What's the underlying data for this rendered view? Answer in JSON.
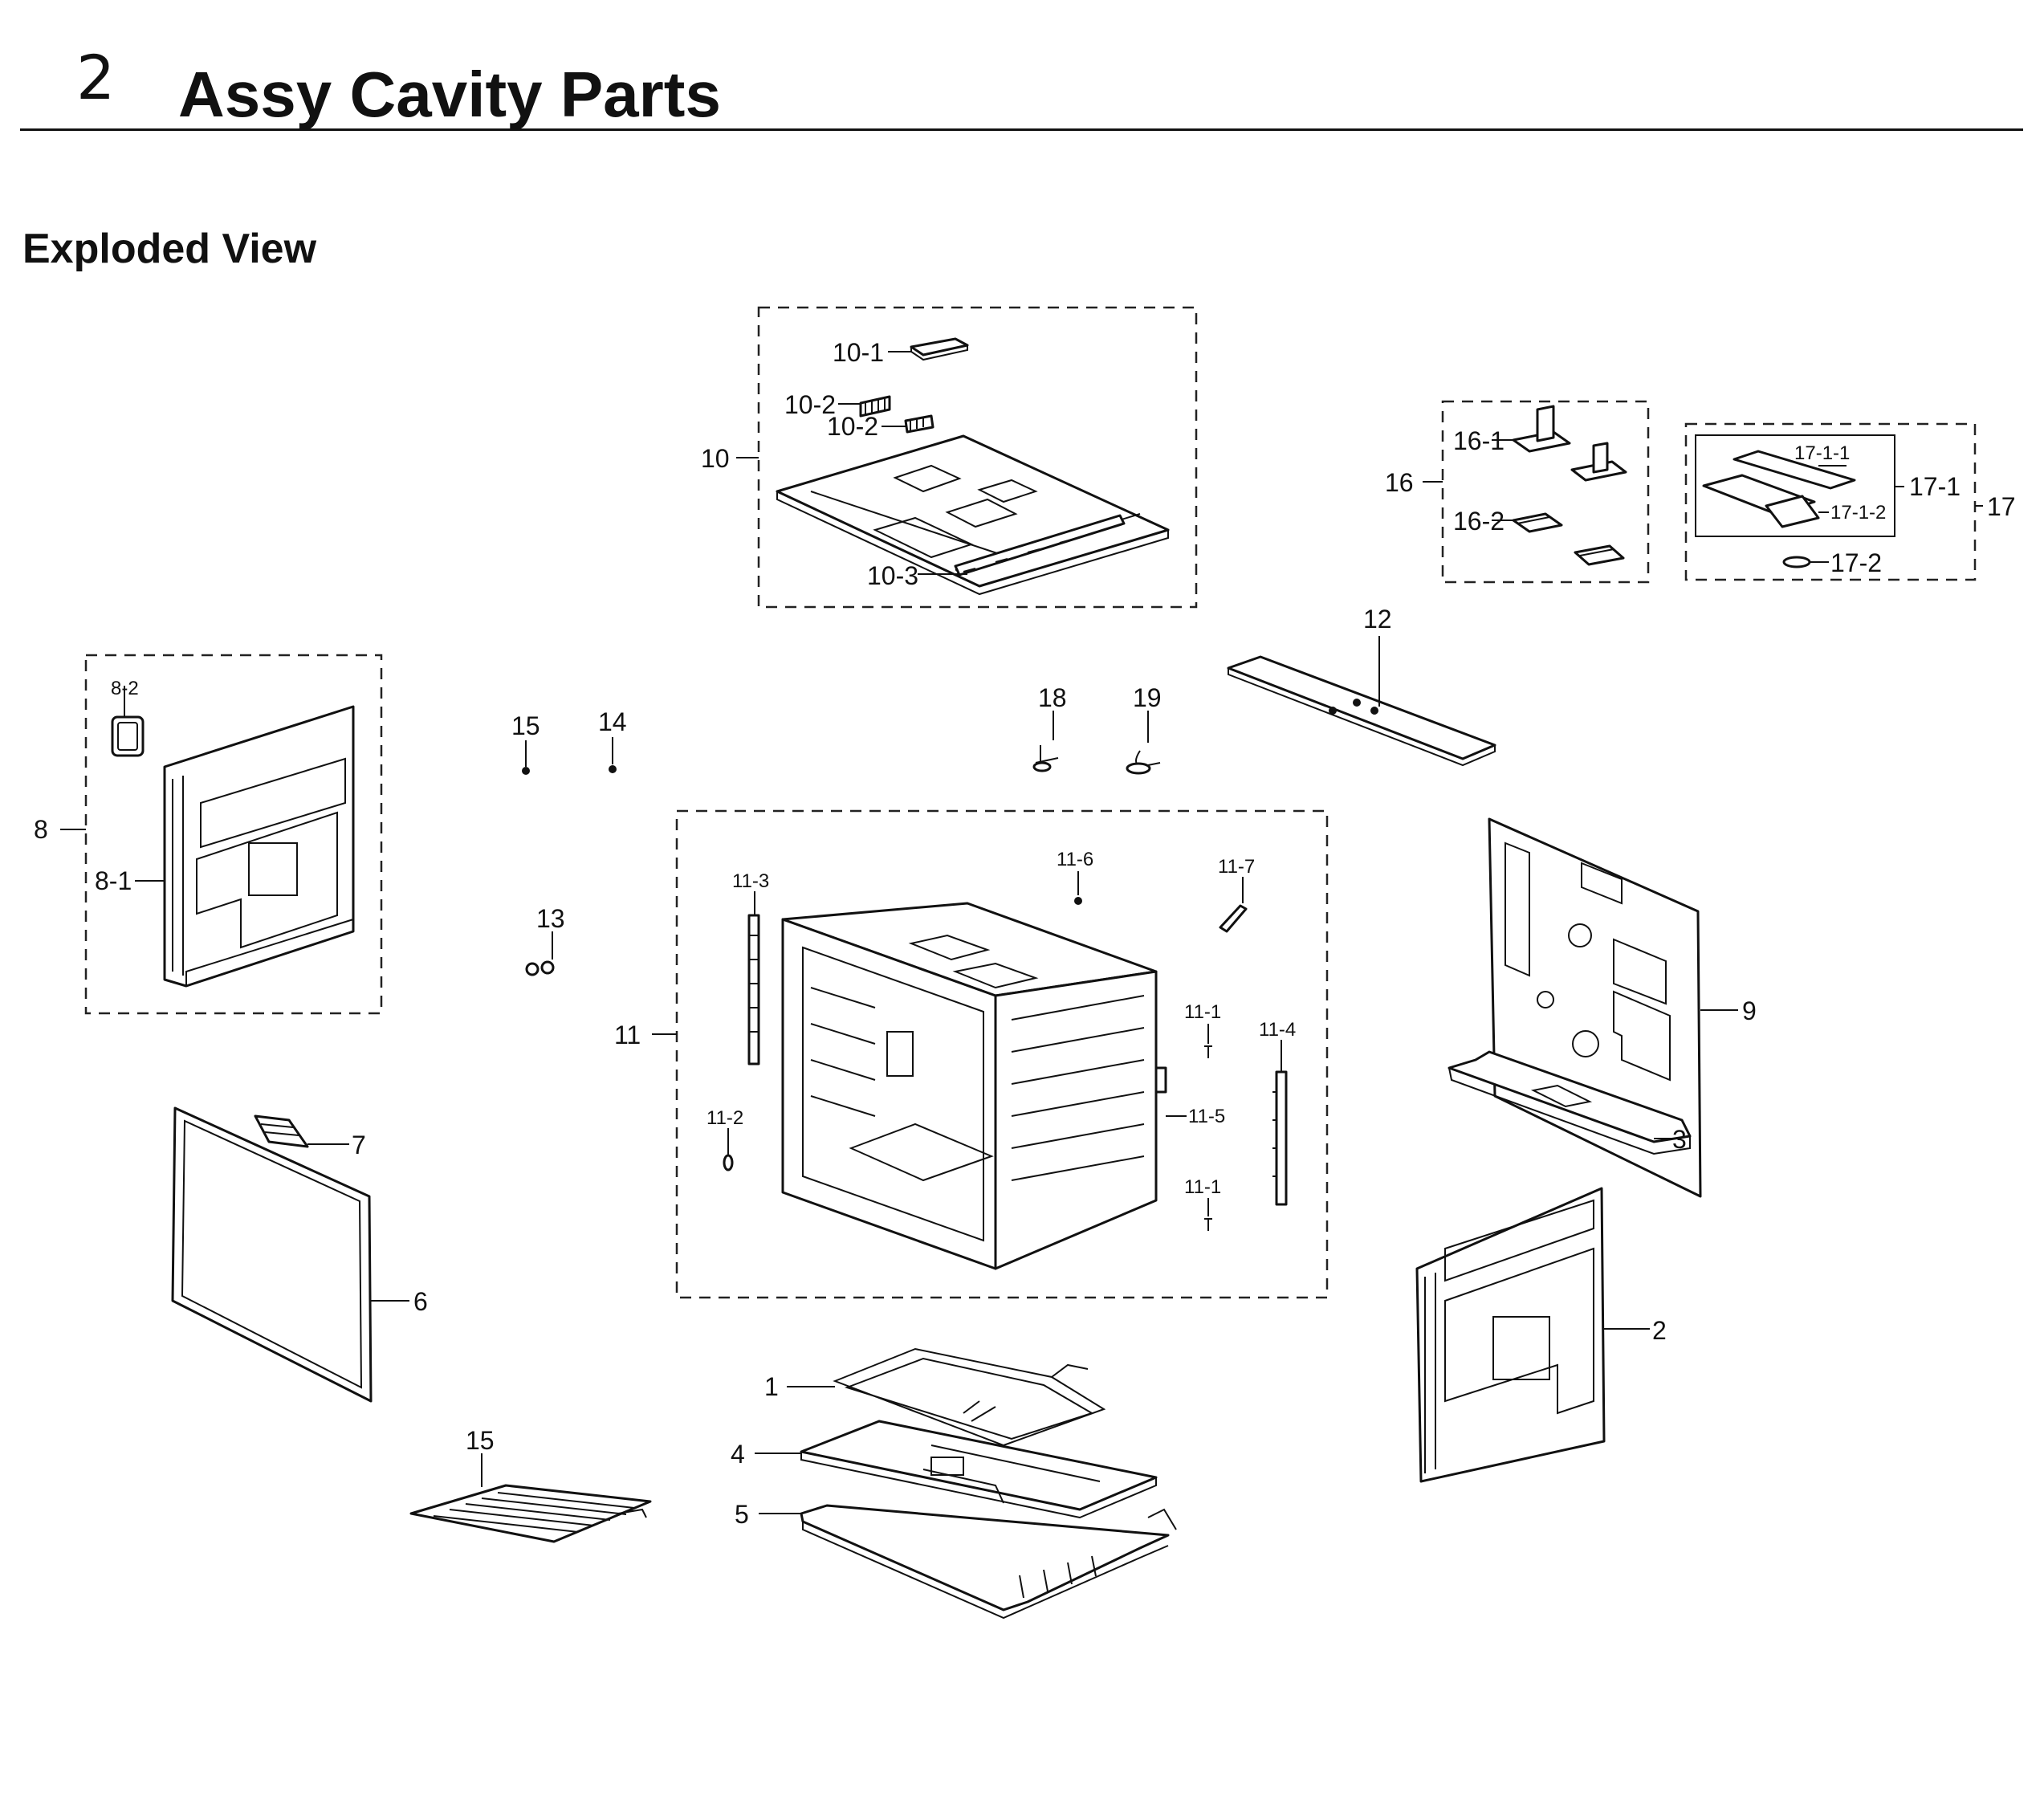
{
  "header": {
    "section_number": "2",
    "title": "Assy Cavity Parts",
    "subtitle": "Exploded View"
  },
  "callouts": {
    "p1": "1",
    "p2": "2",
    "p3": "3",
    "p4": "4",
    "p5": "5",
    "p6": "6",
    "p7": "7",
    "p8": "8",
    "p8_1": "8-1",
    "p8_2": "8-2",
    "p9": "9",
    "p10": "10",
    "p10_1": "10-1",
    "p10_2a": "10-2",
    "p10_2b": "10-2",
    "p10_3": "10-3",
    "p11": "11",
    "p11_1a": "11-1",
    "p11_1b": "11-1",
    "p11_2": "11-2",
    "p11_3": "11-3",
    "p11_4": "11-4",
    "p11_5": "11-5",
    "p11_6": "11-6",
    "p11_7": "11-7",
    "p12": "12",
    "p13": "13",
    "p14": "14",
    "p15a": "15",
    "p15b": "15",
    "p16": "16",
    "p16_1": "16-1",
    "p16_2": "16-2",
    "p17": "17",
    "p17_1": "17-1",
    "p17_1_1": "17-1-1",
    "p17_1_2": "17-1-2",
    "p17_2": "17-2",
    "p18": "18",
    "p19": "19"
  }
}
